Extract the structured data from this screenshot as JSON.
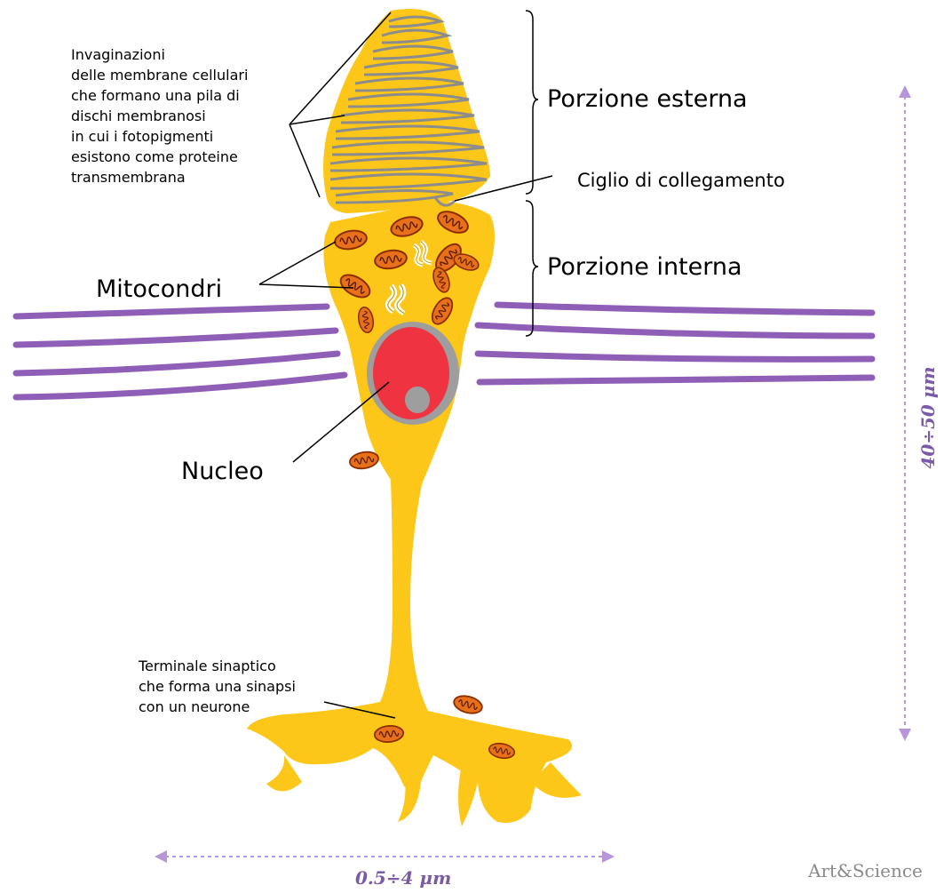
{
  "labels": {
    "invaginations": "Invaginazioni\ndelle membrane cellulari\nche formano una pila di\ndischi membranosi\nin cui i fotopigmenti\nesistono come proteine\ntransmembrana",
    "outer_segment": "Porzione esterna",
    "connecting_cilium": "Ciglio di collegamento",
    "inner_segment": "Porzione interna",
    "mitochondria": "Mitocondri",
    "nucleus": "Nucleo",
    "synaptic_terminal": "Terminale sinaptico\nche forma una sinapsi\ncon un neurone"
  },
  "dimensions": {
    "height": "40÷50 μm",
    "width": "0.5÷4 μm"
  },
  "credit": "Art&Science",
  "colors": {
    "cell": "#fcc719",
    "nucleus": "#ef3340",
    "nucleolus": "#9e9e9e",
    "fibers": "#8f5fb8",
    "dimension": "#b895d9",
    "mitochondria": "#e8701a"
  }
}
